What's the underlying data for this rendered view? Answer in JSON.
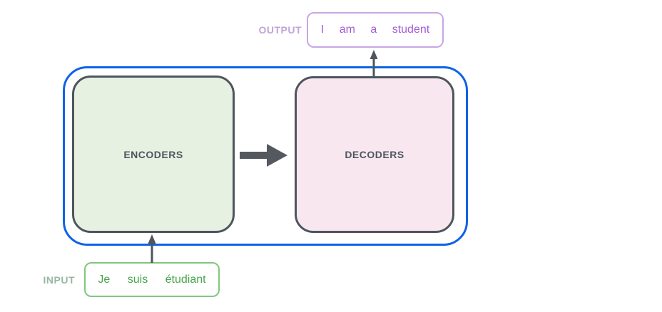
{
  "diagram": {
    "labels": {
      "output": "OUTPUT",
      "input": "INPUT",
      "encoders": "ENCODERS",
      "decoders": "DECODERS"
    },
    "output_text": "I am a student",
    "input_text": "Je suis étudiant",
    "colors": {
      "container_border": "#1062e8",
      "encoders_fill": "#e6f1e1",
      "decoders_fill": "#f9e7f0",
      "stack_border": "#4e555d",
      "stack_label": "#4d5660",
      "block_arrow": "#545960",
      "thin_arrow": "#4e555d",
      "output_text": "#a55cd8",
      "output_box_border": "#c9a6e4",
      "output_label": "#c1a3d8",
      "input_text": "#47a44b",
      "input_box_border": "#83c67e",
      "input_label": "#98b6a3"
    }
  }
}
